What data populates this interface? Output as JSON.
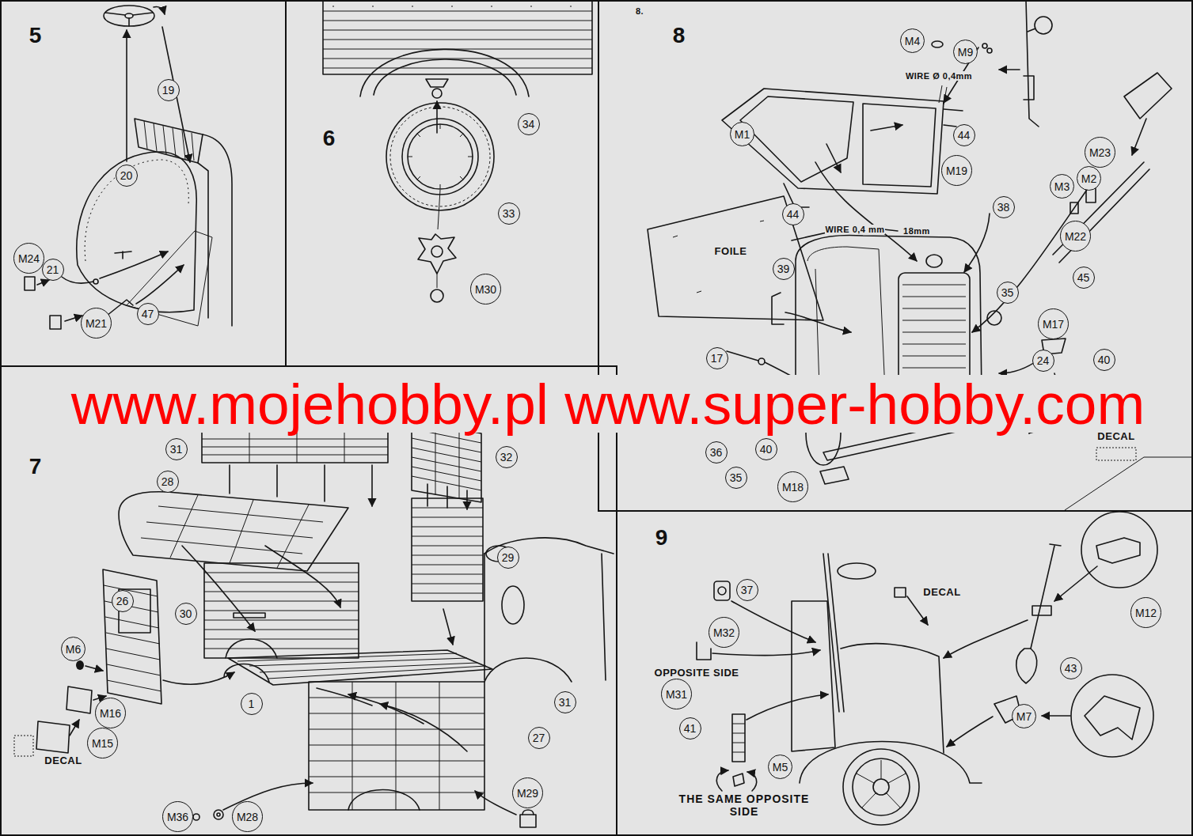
{
  "diagram": {
    "nodes": [
      {
        "text": [
          "5"
        ]
      },
      {
        "text": [
          "20"
        ],
        "in": 0
      },
      {
        "text": [
          "19"
        ],
        "in": 0
      },
      {
        "text": [
          "M24"
        ],
        "in": 0
      },
      {
        "text": [
          "21"
        ],
        "in": 0
      },
      {
        "text": [
          "47"
        ],
        "in": 0
      },
      {
        "text": [
          "M21"
        ],
        "in": 0
      },
      {
        "text": [
          "6"
        ]
      },
      {
        "text": [
          "34"
        ],
        "in": 7
      },
      {
        "text": [
          "33"
        ],
        "in": 7
      },
      {
        "text": [
          "M30"
        ],
        "in": 7
      },
      {
        "text": [
          "8"
        ]
      },
      {
        "text": [
          "M4"
        ],
        "in": 11
      },
      {
        "text": [
          "M9"
        ],
        "in": 11
      },
      {
        "text": [
          "M1"
        ],
        "in": 11
      },
      {
        "text": [
          "44"
        ],
        "in": 11
      },
      {
        "text": [
          "M23"
        ],
        "in": 11
      },
      {
        "text": [
          "M2"
        ],
        "in": 11
      },
      {
        "text": [
          "M19"
        ],
        "in": 11
      },
      {
        "text": [
          "M3"
        ],
        "in": 11
      },
      {
        "text": [
          "38"
        ],
        "in": 11
      },
      {
        "text": [
          "44"
        ],
        "in": 11
      },
      {
        "text": [
          "M22"
        ],
        "in": 11
      },
      {
        "text": [
          "39"
        ],
        "in": 11
      },
      {
        "text": [
          "45"
        ],
        "in": 11
      },
      {
        "text": [
          "35"
        ],
        "in": 11
      },
      {
        "text": [
          "M17"
        ],
        "in": 11
      },
      {
        "text": [
          "17"
        ],
        "in": 11
      },
      {
        "text": [
          "24"
        ],
        "in": 11
      },
      {
        "text": [
          "40"
        ],
        "in": 11
      },
      {
        "text": [
          "36"
        ],
        "in": 11
      },
      {
        "text": [
          "40"
        ],
        "in": 11
      },
      {
        "text": [
          "35"
        ],
        "in": 11
      },
      {
        "text": [
          "M18"
        ],
        "in": 11
      },
      {
        "text": [
          "7"
        ]
      },
      {
        "text": [
          "31"
        ],
        "in": 34
      },
      {
        "text": [
          "28"
        ],
        "in": 34
      },
      {
        "text": [
          "32"
        ],
        "in": 34
      },
      {
        "text": [
          "29"
        ],
        "in": 34
      },
      {
        "text": [
          "26"
        ],
        "in": 34
      },
      {
        "text": [
          "30"
        ],
        "in": 34
      },
      {
        "text": [
          "M6"
        ],
        "in": 34
      },
      {
        "text": [
          "1"
        ],
        "in": 34
      },
      {
        "text": [
          "M16"
        ],
        "in": 34
      },
      {
        "text": [
          "31"
        ],
        "in": 34
      },
      {
        "text": [
          "27"
        ],
        "in": 34
      },
      {
        "text": [
          "M15"
        ],
        "in": 34
      },
      {
        "text": [
          "M29"
        ],
        "in": 34
      },
      {
        "text": [
          "M36"
        ],
        "in": 34
      },
      {
        "text": [
          "M28"
        ],
        "in": 34
      },
      {
        "text": [
          "9"
        ]
      },
      {
        "text": [
          "37"
        ],
        "in": 50
      },
      {
        "text": [
          "M12"
        ],
        "in": 50
      },
      {
        "text": [
          "M32"
        ],
        "in": 50
      },
      {
        "text": [
          "43"
        ],
        "in": 50
      },
      {
        "text": [
          "M31"
        ],
        "in": 50
      },
      {
        "text": [
          "M7"
        ],
        "in": 50
      },
      {
        "text": [
          "41"
        ],
        "in": 50
      },
      {
        "text": [
          "M5"
        ],
        "in": 50
      }
    ],
    "labels": [
      "8.",
      "WIRE Ø 0,4mm",
      "WIRE 0,4 mm",
      "18mm",
      "FOILE",
      "DECAL",
      "DECAL",
      "DECAL",
      "OPPOSITE SIDE",
      "THE SAME OPPOSITE SIDE",
      "www.mojehobby.pl www.super-hobby.com"
    ]
  }
}
